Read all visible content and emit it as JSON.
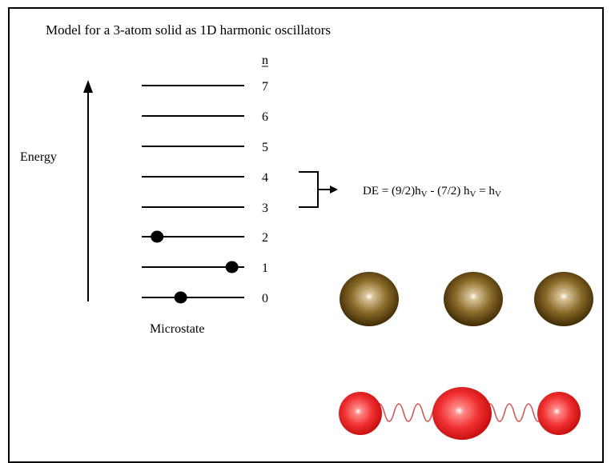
{
  "title": "Model for a 3-atom solid as 1D harmonic oscillators",
  "axis_label": "Energy",
  "n_header": "n",
  "microstate_label": "Microstate",
  "levels": [
    {
      "label": "0",
      "has_dot": true,
      "dot_pos": 0.38
    },
    {
      "label": "1",
      "has_dot": true,
      "dot_pos": 0.88
    },
    {
      "label": "2",
      "has_dot": true,
      "dot_pos": 0.15
    },
    {
      "label": "3",
      "has_dot": false
    },
    {
      "label": "4",
      "has_dot": false
    },
    {
      "label": "5",
      "has_dot": false
    },
    {
      "label": "6",
      "has_dot": false
    },
    {
      "label": "7",
      "has_dot": false
    }
  ],
  "equation": {
    "de": "DE = (9/2)h",
    "nu1": "V",
    "minus": " - (7/2) h",
    "nu2": "V",
    "eq": " = h",
    "nu3": "V"
  },
  "colors": {
    "brown_atom": "#6b4a12",
    "red_atom": "#ee2222",
    "spring": "#cc3333",
    "line": "#000000"
  }
}
